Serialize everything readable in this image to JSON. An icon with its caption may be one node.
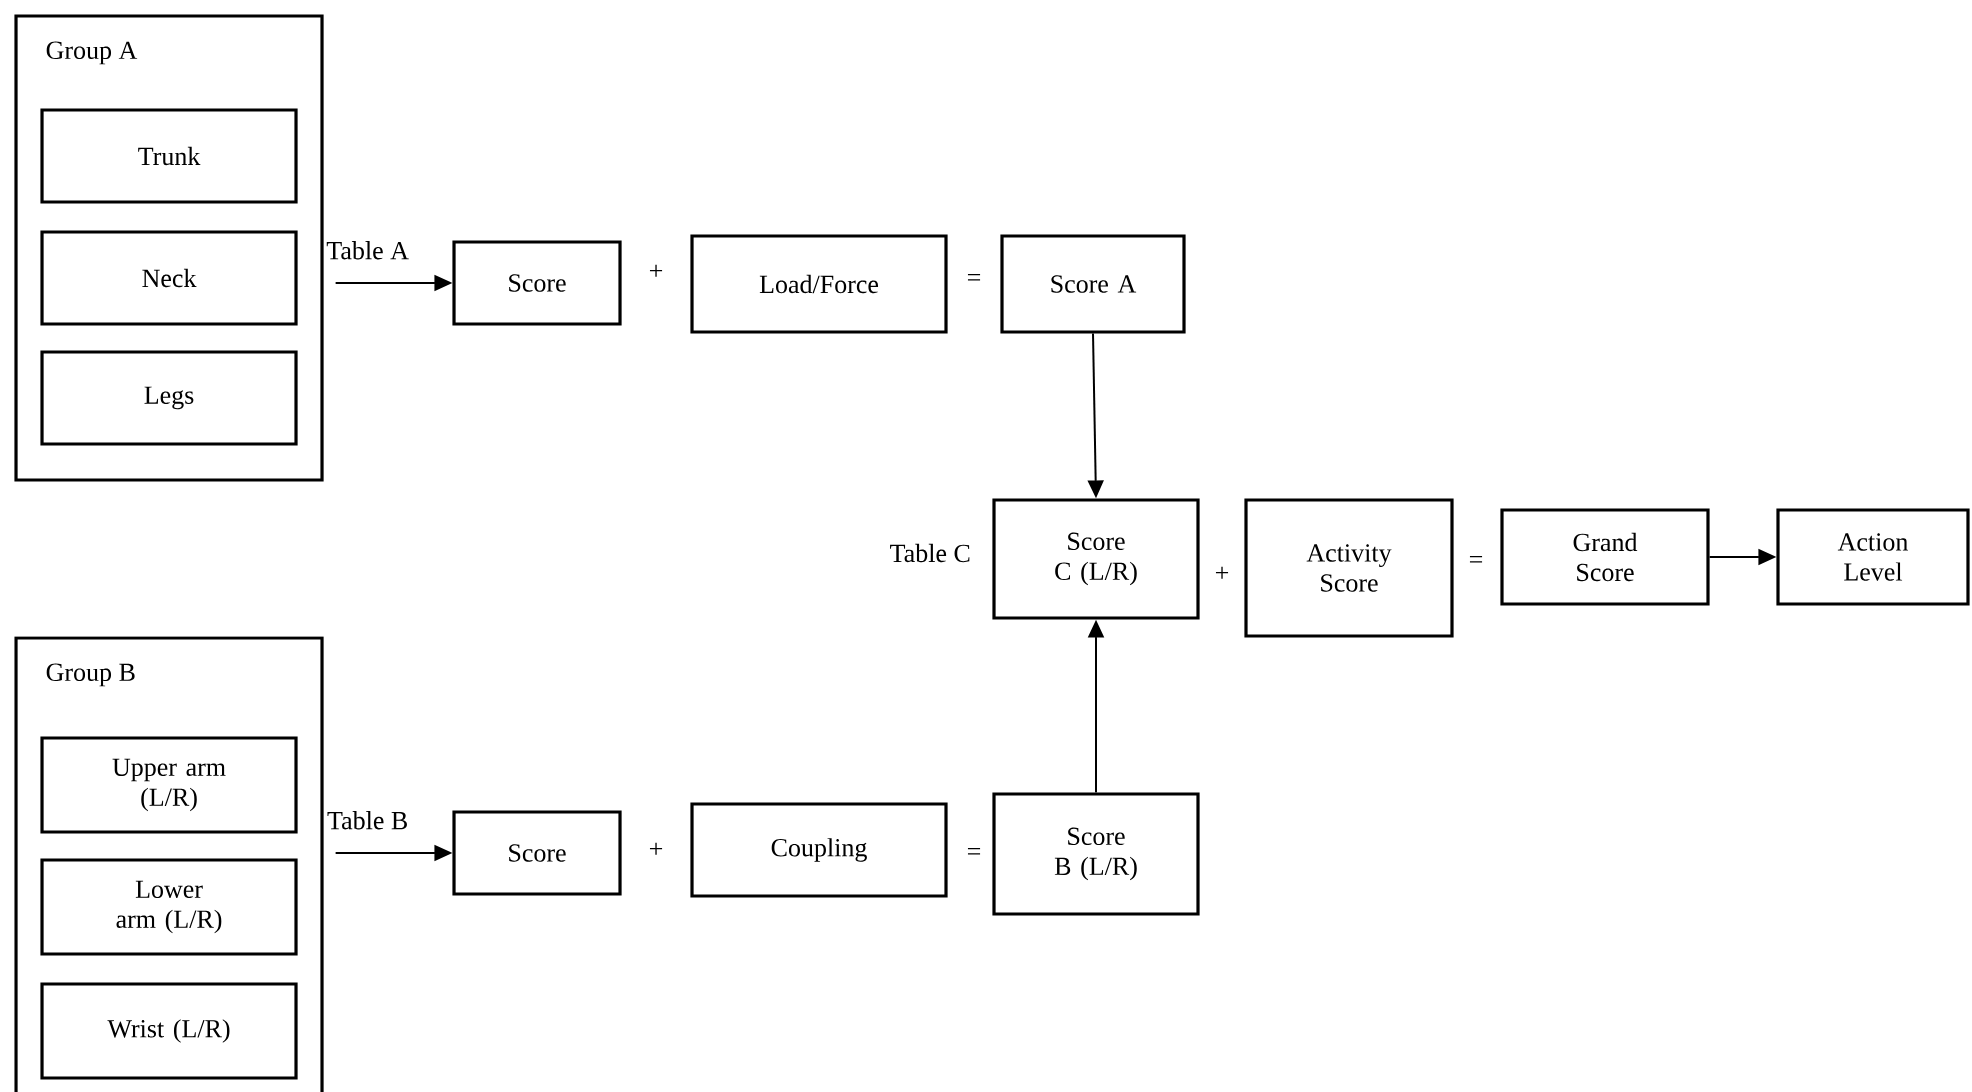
{
  "diagram": {
    "nodes": [
      {
        "text": [
          "Group A"
        ]
      },
      {
        "text": [
          "Trunk"
        ],
        "in": 0
      },
      {
        "text": [
          "Neck"
        ],
        "in": 0
      },
      {
        "text": [
          "Legs"
        ],
        "in": 0
      },
      {
        "text": [
          "Score"
        ]
      },
      {
        "text": [
          "Load/Force"
        ]
      },
      {
        "text": [
          "Score A"
        ]
      },
      {
        "text": [
          "Score C (L/R)"
        ],
        "beside": [
          "Table C"
        ]
      },
      {
        "text": [
          "Activity Score"
        ]
      },
      {
        "text": [
          "Grand Score"
        ]
      },
      {
        "text": [
          "Action Level"
        ]
      },
      {
        "text": [
          "Group B"
        ]
      },
      {
        "text": [
          "Upper arm (L/R)"
        ],
        "in": 11
      },
      {
        "text": [
          "Lower arm (L/R)"
        ],
        "in": 11
      },
      {
        "text": [
          "Wrist (L/R)"
        ],
        "in": 11
      },
      {
        "text": [
          "Score"
        ]
      },
      {
        "text": [
          "Coupling"
        ]
      },
      {
        "text": [
          "Score B (L/R)"
        ]
      }
    ],
    "edges": [
      {
        "from": 0,
        "to": 4,
        "arrow": "to",
        "label": "Table A"
      },
      {
        "from": 6,
        "to": 7,
        "arrow": "to"
      },
      {
        "from": 9,
        "to": 10,
        "arrow": "to"
      },
      {
        "from": 11,
        "to": 15,
        "arrow": "to",
        "label": "Table B"
      },
      {
        "from": 17,
        "to": 7,
        "arrow": "to"
      }
    ],
    "labels": [
      "+",
      "=",
      "+",
      "=",
      "+",
      "="
    ]
  }
}
